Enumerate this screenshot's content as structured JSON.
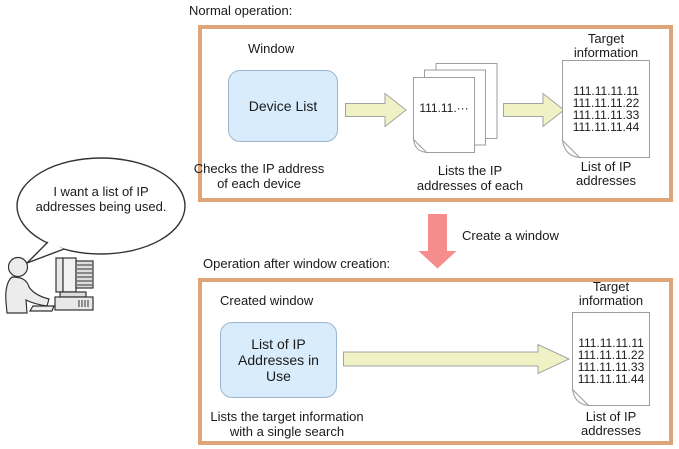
{
  "speech_bubble": {
    "text": "I want a list of IP\naddresses being used."
  },
  "top_panel": {
    "title": "Normal operation:",
    "window_label": "Window",
    "device_box_label": "Device List",
    "device_box_caption": "Checks the IP address\nof each device",
    "papers_text": "111.11.···",
    "papers_caption": "Lists the IP\naddresses of each",
    "target_label": "Target\ninformation",
    "ip_list": [
      "111.11.11.11",
      "111.11.11.22",
      "111.11.11.33",
      "111.11.11.44"
    ],
    "doc_caption": "List of IP\naddresses"
  },
  "transition": {
    "label": "Create a window"
  },
  "bottom_panel": {
    "title": "Operation after window creation:",
    "window_label": "Created window",
    "box_label": "List of IP\nAddresses in\nUse",
    "box_caption": "Lists the target information\nwith a single search",
    "target_label": "Target\ninformation",
    "ip_list": [
      "111.11.11.11",
      "111.11.11.22",
      "111.11.11.33",
      "111.11.11.44"
    ],
    "doc_caption": "List of IP\naddresses"
  },
  "colors": {
    "panel_border": "#dfa478",
    "screen_box_fill": "#d9ecfb",
    "screen_box_border": "#9ab5ce",
    "flow_arrow_fill": "#f0f1c4",
    "flow_arrow_border": "#a3a3a3",
    "transition_arrow_fill": "#f58d8d",
    "paper_border": "#9e9e9e"
  }
}
